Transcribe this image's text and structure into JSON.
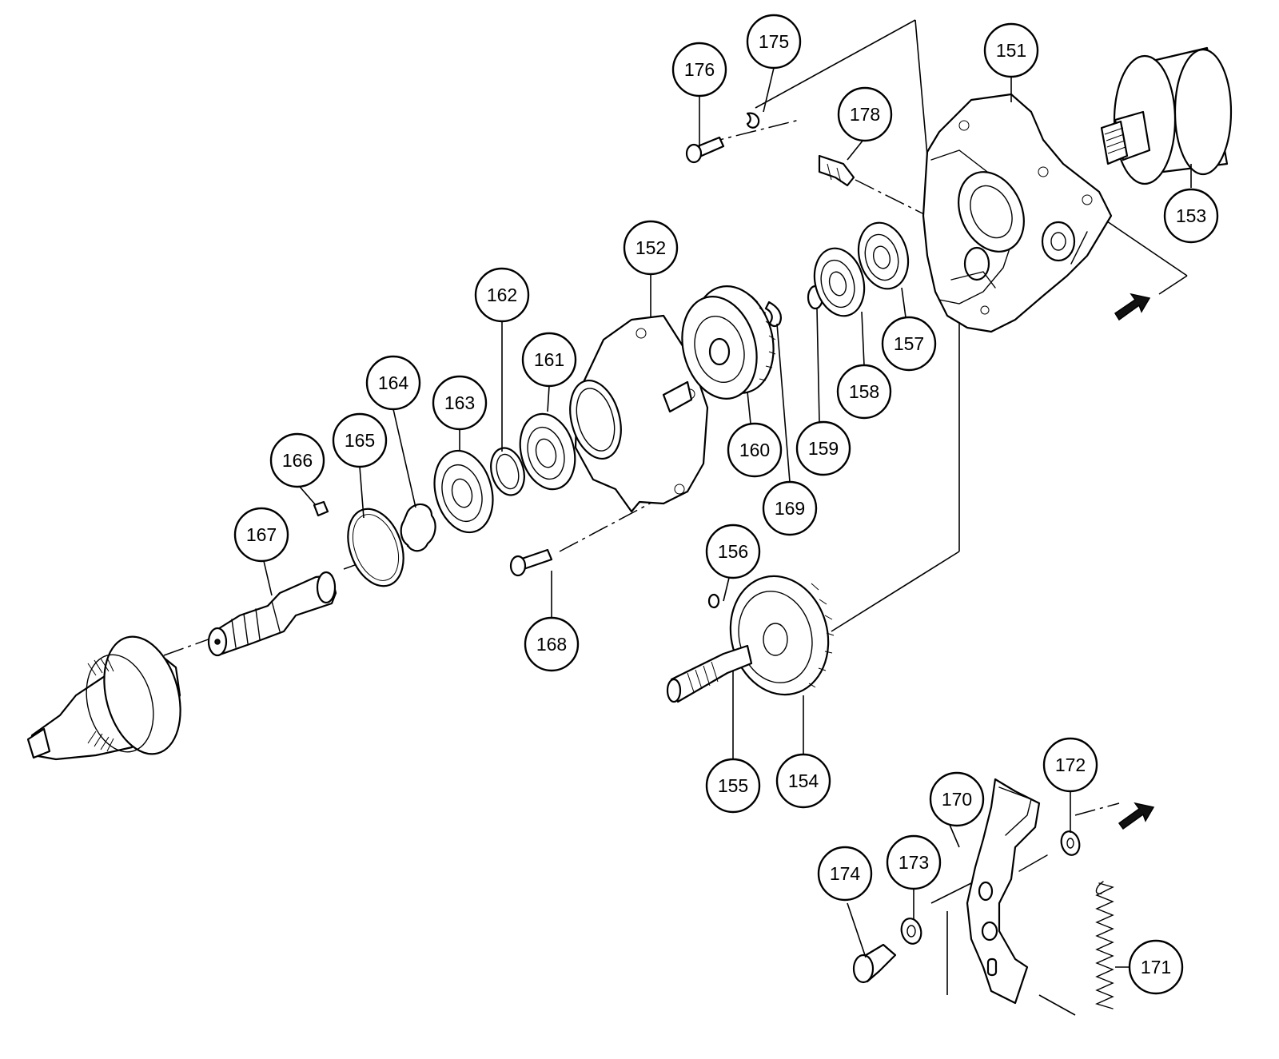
{
  "diagram": {
    "colors": {
      "line": "#000000",
      "background": "#ffffff"
    },
    "callouts": [
      {
        "id": "c151",
        "label": "151"
      },
      {
        "id": "c152",
        "label": "152"
      },
      {
        "id": "c153",
        "label": "153"
      },
      {
        "id": "c154",
        "label": "154"
      },
      {
        "id": "c155",
        "label": "155"
      },
      {
        "id": "c156",
        "label": "156"
      },
      {
        "id": "c157",
        "label": "157"
      },
      {
        "id": "c158",
        "label": "158"
      },
      {
        "id": "c159",
        "label": "159"
      },
      {
        "id": "c160",
        "label": "160"
      },
      {
        "id": "c161",
        "label": "161"
      },
      {
        "id": "c162",
        "label": "162"
      },
      {
        "id": "c163",
        "label": "163"
      },
      {
        "id": "c164",
        "label": "164"
      },
      {
        "id": "c165",
        "label": "165"
      },
      {
        "id": "c166",
        "label": "166"
      },
      {
        "id": "c167",
        "label": "167"
      },
      {
        "id": "c168",
        "label": "168"
      },
      {
        "id": "c169",
        "label": "169"
      },
      {
        "id": "c170",
        "label": "170"
      },
      {
        "id": "c171",
        "label": "171"
      },
      {
        "id": "c172",
        "label": "172"
      },
      {
        "id": "c173",
        "label": "173"
      },
      {
        "id": "c174",
        "label": "174"
      },
      {
        "id": "c175",
        "label": "175"
      },
      {
        "id": "c176",
        "label": "176"
      },
      {
        "id": "c178",
        "label": "178"
      }
    ]
  }
}
